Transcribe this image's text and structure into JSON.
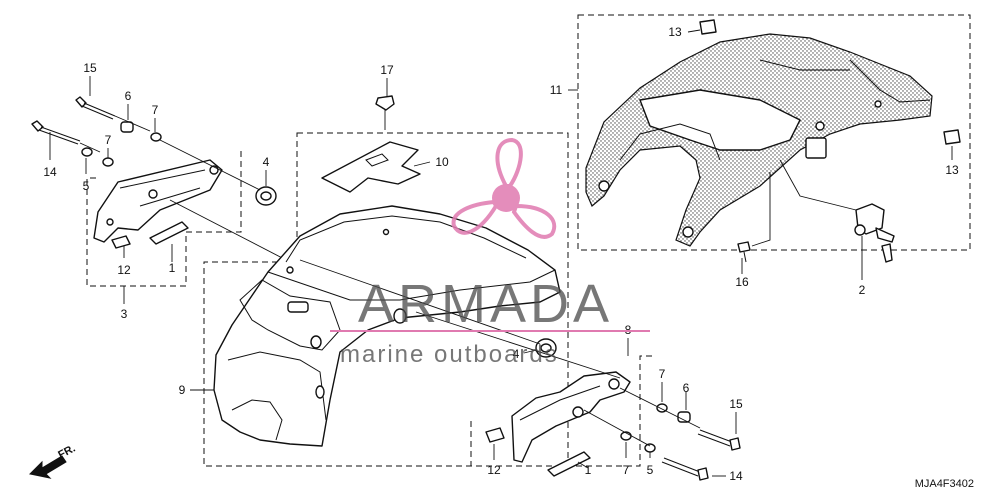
{
  "diagram": {
    "code": "MJA4F3402",
    "direction_label": "FR.",
    "callouts": [
      "15",
      "6",
      "7",
      "14",
      "7",
      "5",
      "4",
      "12",
      "1",
      "3",
      "17",
      "10",
      "9",
      "4",
      "8",
      "7",
      "6",
      "15",
      "12",
      "1",
      "7",
      "5",
      "14",
      "11",
      "13",
      "13",
      "16",
      "2"
    ]
  },
  "watermark": {
    "brand": "ARMADA",
    "tagline": "marine outboards",
    "accent_color": "#e07ab0"
  }
}
